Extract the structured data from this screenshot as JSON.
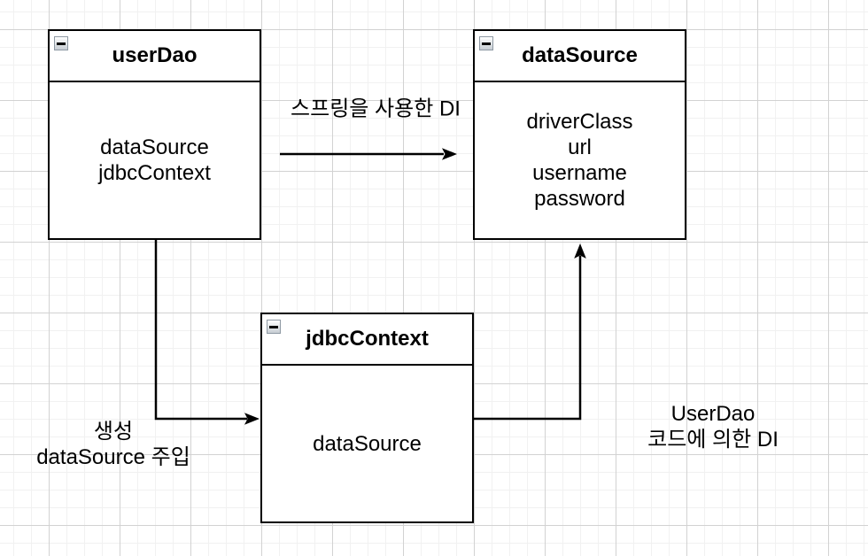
{
  "classes": [
    {
      "name": "userDao",
      "members": [
        "dataSource",
        "jdbcContext"
      ]
    },
    {
      "name": "dataSource",
      "members": [
        "driverClass",
        "url",
        "username",
        "password"
      ]
    },
    {
      "name": "jdbcContext",
      "members": [
        "dataSource"
      ]
    }
  ],
  "edge_labels": {
    "spring_di": "스프링을 사용한 DI",
    "creation_line1": "생성",
    "creation_line2": "dataSource 주입",
    "userdao_di_line1": "UserDao",
    "userdao_di_line2": "코드에 의한 DI"
  },
  "icons": {
    "collapse": "minus-icon"
  },
  "colors": {
    "stroke": "#000000",
    "box_fill": "#ffffff",
    "text": "#000000",
    "grid_minor": "#f1f1f1",
    "grid_major": "#d2d2d2",
    "collapse_border": "#8e99a3"
  }
}
